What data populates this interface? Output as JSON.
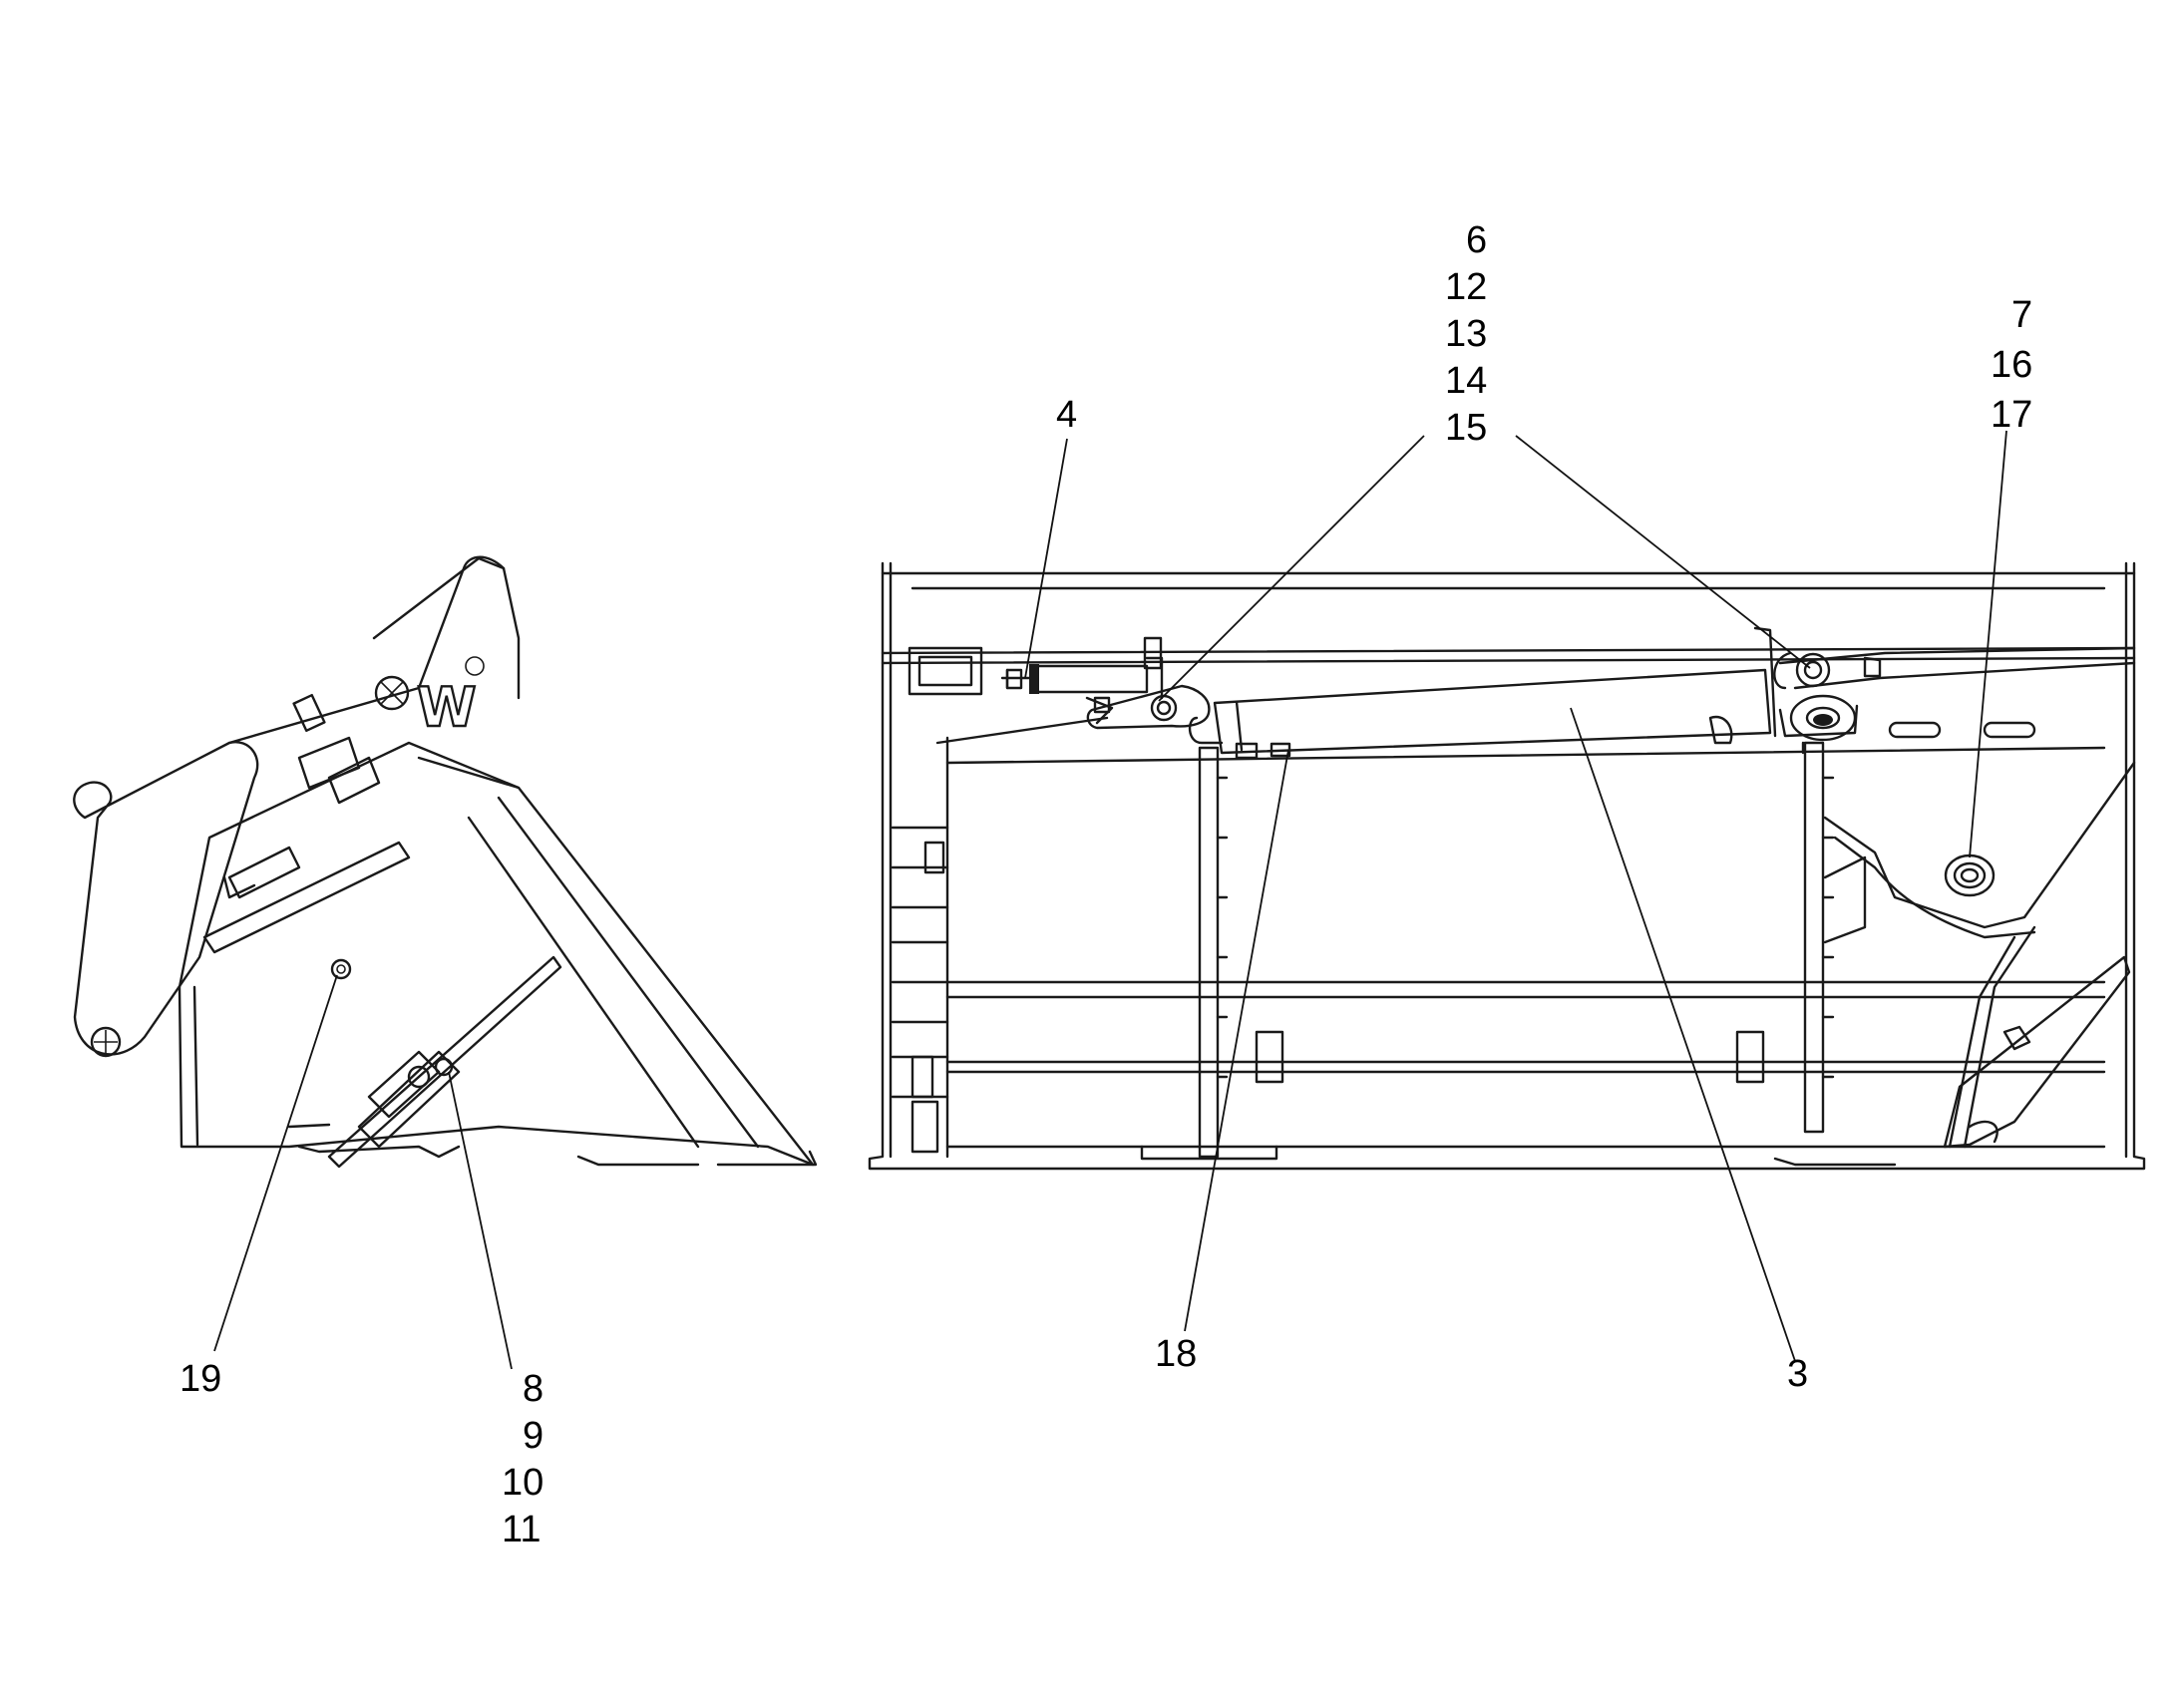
{
  "figure": {
    "logo_text": "W",
    "callouts": {
      "c3": "3",
      "c4": "4",
      "c6": "6",
      "c7": "7",
      "c8": "8",
      "c9": "9",
      "c10": "10",
      "c11": "11",
      "c12": "12",
      "c13": "13",
      "c14": "14",
      "c15": "15",
      "c16": "16",
      "c17": "17",
      "c18": "18",
      "c19": "19"
    }
  }
}
